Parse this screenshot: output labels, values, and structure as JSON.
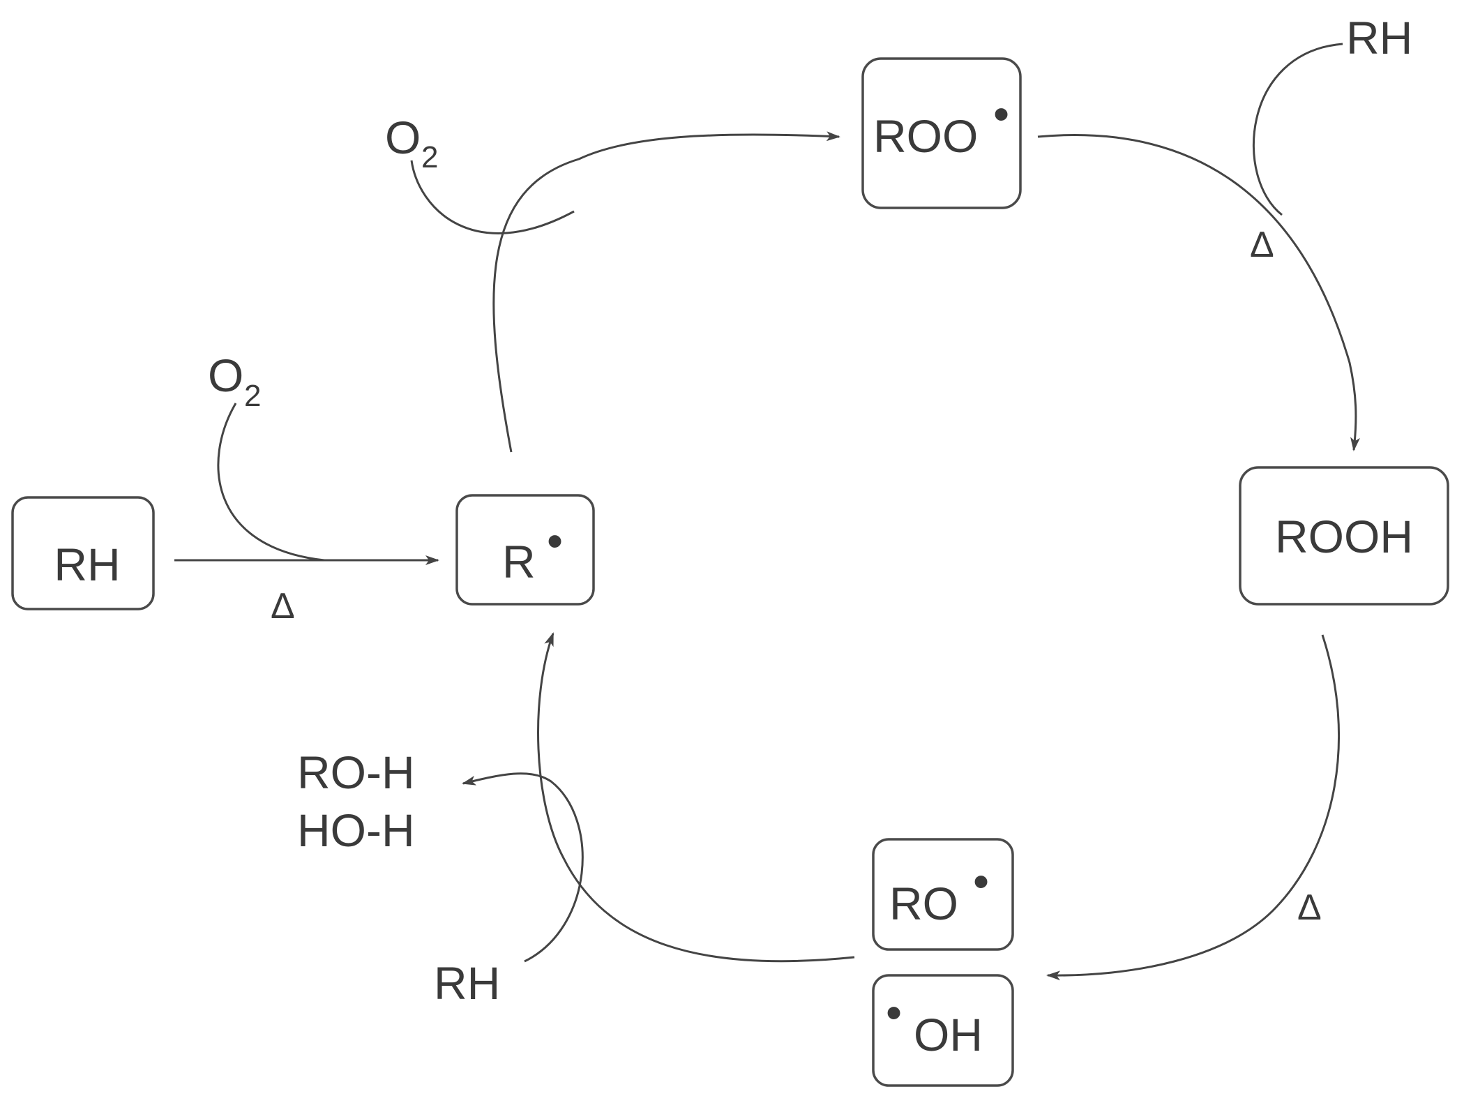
{
  "species": {
    "rh": "RH",
    "r_radical": "R",
    "roo_radical": "ROO",
    "rooh": "ROOH",
    "ro_radical": "RO",
    "oh_radical": "OH"
  },
  "radical_dot": "•",
  "reagents": {
    "o2_main": "O",
    "o2_main_sub": "2",
    "o2_init": "O",
    "o2_init_sub": "2",
    "rh_top": "RH",
    "rh_bottom": "RH",
    "products_line1": "RO-H",
    "products_line2": "HO-H"
  },
  "conditions": {
    "heat_init": "Δ",
    "heat_propagation": "Δ",
    "heat_decomposition": "Δ"
  }
}
